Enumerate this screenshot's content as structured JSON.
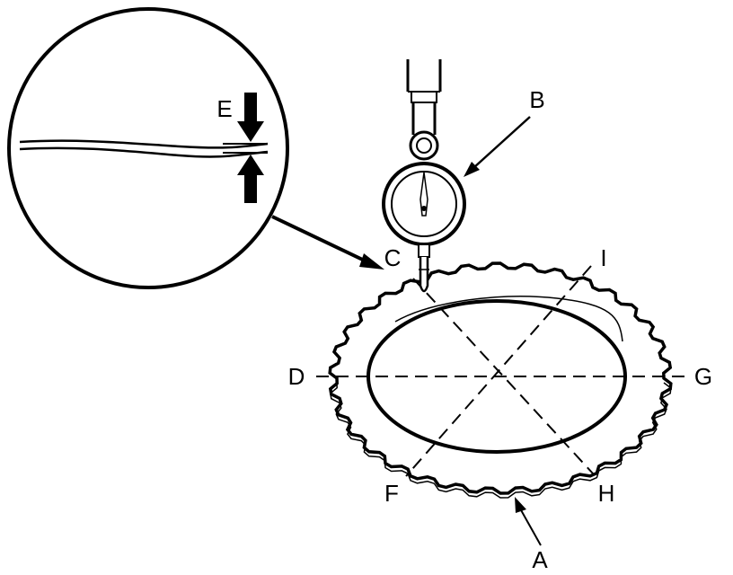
{
  "labels": {
    "a": "A",
    "b": "B",
    "c": "C",
    "d": "D",
    "e": "E",
    "f": "F",
    "g": "G",
    "h": "H",
    "i": "I"
  },
  "colors": {
    "line": "#000000",
    "background": "#ffffff"
  }
}
